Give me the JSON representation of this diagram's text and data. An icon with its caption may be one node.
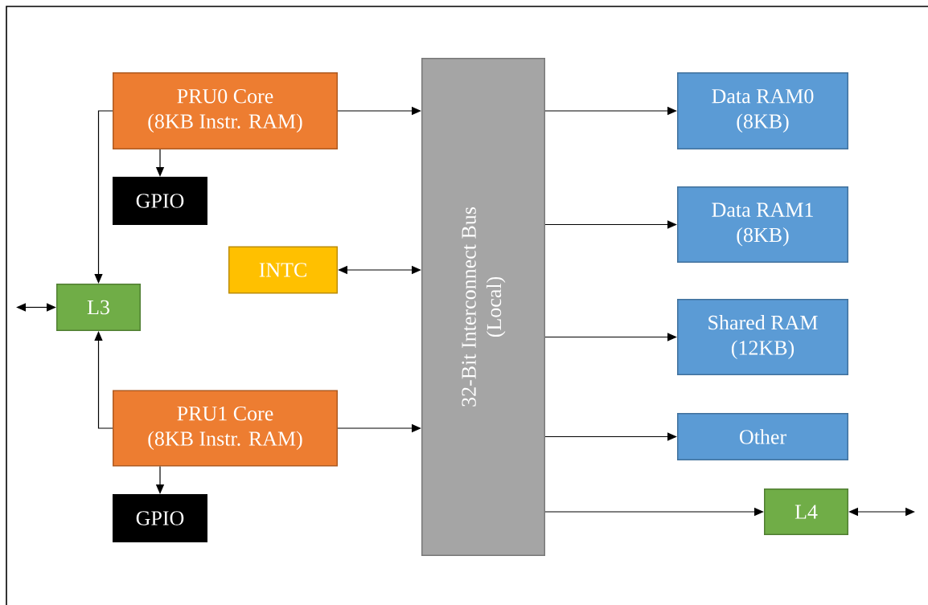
{
  "diagram": {
    "nodes": [
      {
        "text": [
          "PRU0 Core",
          "(8KB Instr. RAM)"
        ]
      },
      {
        "text": [
          "GPIO"
        ]
      },
      {
        "text": [
          "L3"
        ]
      },
      {
        "text": [
          "INTC"
        ]
      },
      {
        "text": [
          "PRU1 Core",
          "(8KB Instr. RAM)"
        ]
      },
      {
        "text": [
          "GPIO"
        ]
      },
      {
        "text": [
          "32-Bit Interconnect Bus",
          "(Local)"
        ]
      },
      {
        "text": [
          "Data RAM0",
          "(8KB)"
        ]
      },
      {
        "text": [
          "Data RAM1",
          "(8KB)"
        ]
      },
      {
        "text": [
          "Shared RAM",
          "(12KB)"
        ]
      },
      {
        "text": [
          "Other"
        ]
      },
      {
        "text": [
          "L4"
        ]
      }
    ],
    "edges": [
      {
        "from": 0,
        "to": 6,
        "arrow": "to"
      },
      {
        "from": 0,
        "to": 1,
        "arrow": "to"
      },
      {
        "from": 0,
        "to": 2,
        "arrow": "to"
      },
      {
        "from": 3,
        "to": 6,
        "arrow": "both"
      },
      {
        "from": null,
        "to": 2,
        "arrow": "both"
      },
      {
        "from": 4,
        "to": 2,
        "arrow": "to"
      },
      {
        "from": 4,
        "to": 6,
        "arrow": "to"
      },
      {
        "from": 4,
        "to": 5,
        "arrow": "to"
      },
      {
        "from": 6,
        "to": 7,
        "arrow": "to"
      },
      {
        "from": 6,
        "to": 8,
        "arrow": "to"
      },
      {
        "from": 6,
        "to": 9,
        "arrow": "to"
      },
      {
        "from": 6,
        "to": 10,
        "arrow": "to"
      },
      {
        "from": 6,
        "to": 11,
        "arrow": "to"
      },
      {
        "from": 11,
        "to": null,
        "arrow": "both"
      }
    ]
  }
}
